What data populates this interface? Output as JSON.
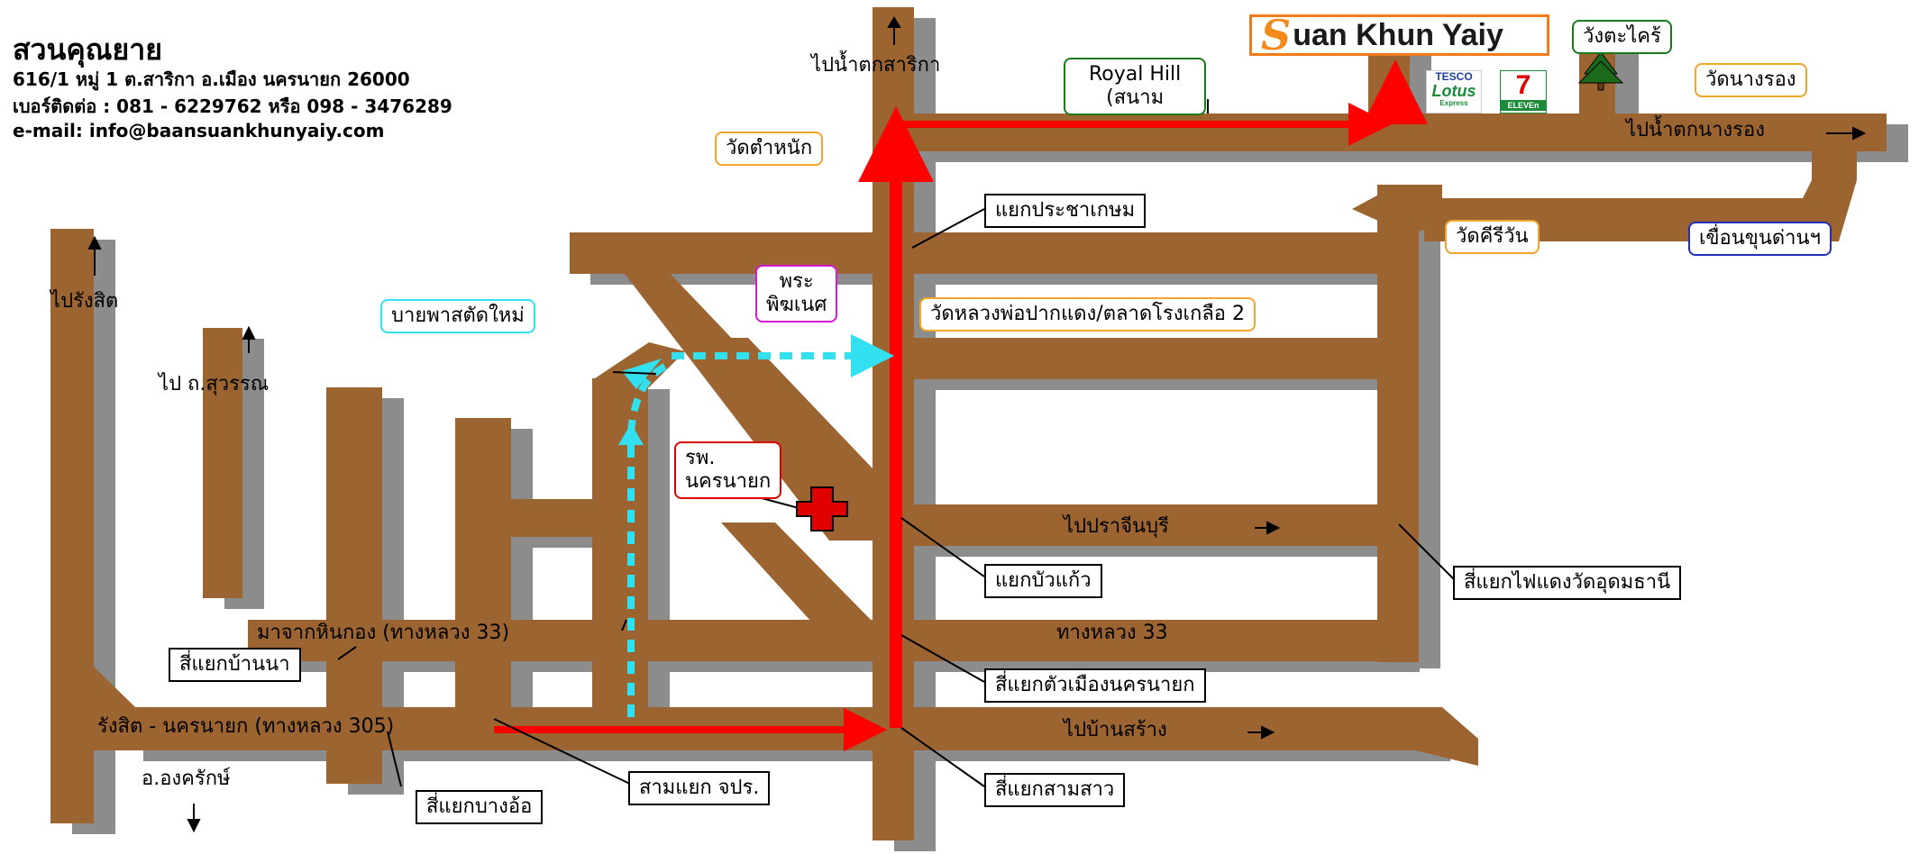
{
  "header": {
    "title": "สวนคุณยาย",
    "address": "616/1 หมู่ 1 ต.สาริกา อ.เมือง นครนายก 26000",
    "phone": "เบอร์ติดต่อ : 081 - 6229762 หรือ 098 - 3476289",
    "email": "e-mail: info@baansuankhunyaiy.com"
  },
  "logo": {
    "initial": "S",
    "rest": "uan Khun Yaiy"
  },
  "stores": {
    "tesco_line1": "TESCO",
    "tesco_line2": "Lotus",
    "tesco_line3": "Express",
    "seven_top": "7",
    "seven_band": "ELEVEn"
  },
  "places": {
    "wangtakrai": "วังตะไคร้",
    "royal_hill_1": "Royal Hill",
    "royal_hill_2": "(สนาม",
    "wat_nangrong": "วัดนางรอง",
    "wat_tamnak": "วัดตำหนัก",
    "wat_khiriwan": "วัดคีรีวัน",
    "khun_dan_dam": "เขื่อนขุนด่านฯ",
    "phra_phikanet_1": "พระ",
    "phra_phikanet_2": "พิฆเนศ",
    "wat_luangpho": "วัดหลวงพ่อปากแดง/ตลาดโรงเกลือ 2",
    "new_bypass": "บายพาสตัดใหม่",
    "hospital_1": "รพ.",
    "hospital_2": "นครนายก"
  },
  "directions": {
    "to_sarika_falls": "ไปน้ำตกสาริกา",
    "to_nangrong_falls": "ไปน้ำตกนางรอง",
    "to_rangsit": "ไปรังสิต",
    "to_suwan": "ไป ถ.สุวรรณ",
    "to_prachinburi": "ไปปราจีนบุรี",
    "to_ban_sang": "ไปบ้านสร้าง",
    "to_ongkharak": "อ.องครักษ์",
    "from_hin_kong": "มาจากหินกอง (ทางหลวง 33)",
    "highway_33": "ทางหลวง 33",
    "rangsit_nakhonnayok": "รังสิต - นครนายก (ทางหลวง 305)"
  },
  "intersections": {
    "pracha_kasem": "แยกประชาเกษม",
    "bua_kaew": "แยกบัวแก้ว",
    "wat_udom": "สี่แยกไฟแดงวัดอุดมธานี",
    "town": "สี่แยกตัวเมืองนครนายก",
    "sam_sao": "สี่แยกสามสาว",
    "chor_por_ror": "สามแยก จปร.",
    "bang_o": "สี่แยกบางอ้อ",
    "ban_na": "สี่แยกบ้านนา"
  },
  "colors": {
    "road": "#9b6431",
    "road_shadow": "#8c8c8c",
    "route": "#ff0000",
    "bypass": "#33e0f0",
    "box_orange": "#f2a52b",
    "box_green": "#1b7a1b",
    "box_blue": "#1f2fb8",
    "box_magenta": "#d21bd2",
    "hospital_cross": "#e00000"
  }
}
